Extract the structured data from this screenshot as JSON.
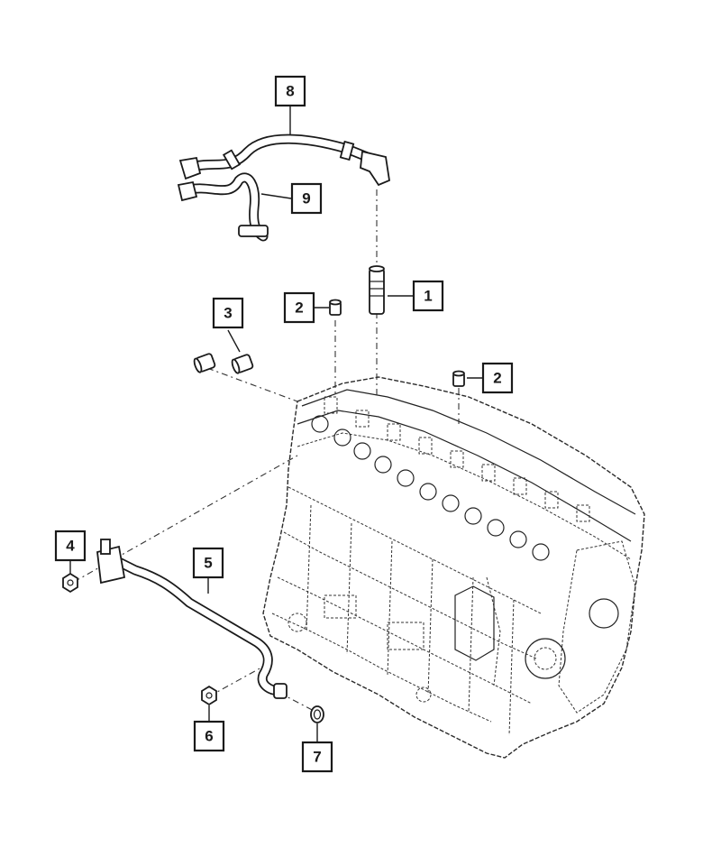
{
  "callouts": [
    {
      "label": "8"
    },
    {
      "label": "9"
    },
    {
      "label": "1"
    },
    {
      "label": "2"
    },
    {
      "label": "3"
    },
    {
      "label": "2"
    },
    {
      "label": "4"
    },
    {
      "label": "5"
    },
    {
      "label": "6"
    },
    {
      "label": "7"
    }
  ]
}
